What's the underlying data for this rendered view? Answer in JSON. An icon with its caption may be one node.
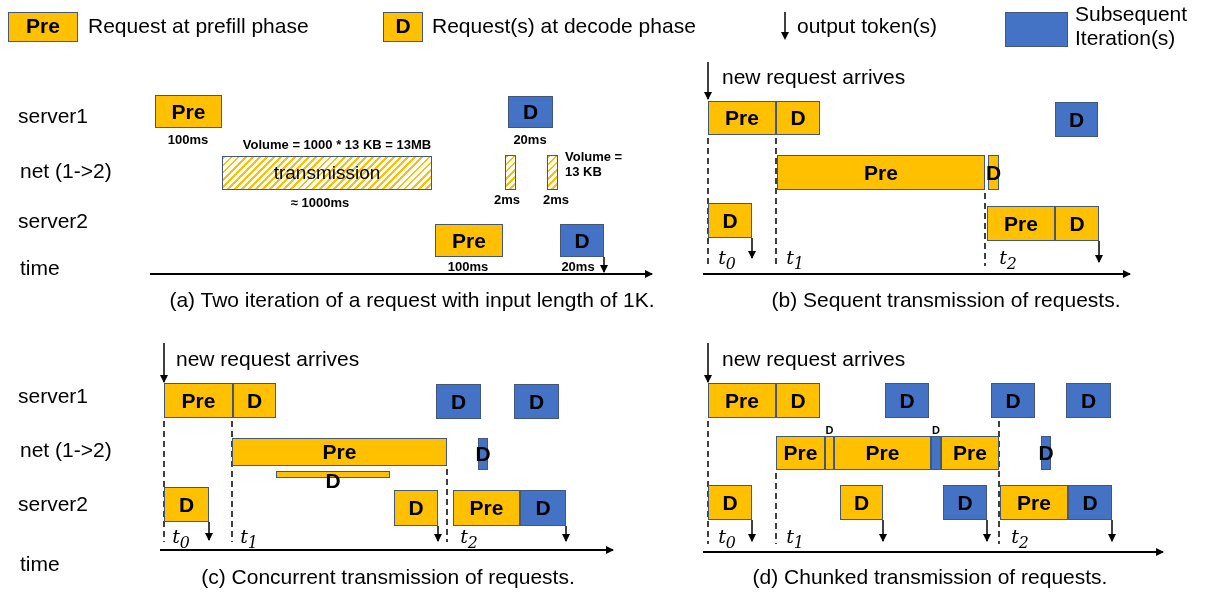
{
  "diagram": {
    "nodes": [
      {
        "text": [
          "Pre"
        ],
        "beside": [
          "100ms"
        ]
      },
      {
        "text": [
          "transmission"
        ],
        "beside": [
          "Volume = 1000 * 13 KB = 13MB",
          "≈ 1000ms"
        ]
      },
      {
        "text": [
          "D"
        ],
        "beside": [
          "20ms"
        ]
      },
      {
        "text": [],
        "shape": "bar",
        "beside": [
          "2ms"
        ]
      },
      {
        "text": [],
        "shape": "bar",
        "beside": [
          "Volume = 13 KB",
          "2ms"
        ]
      },
      {
        "text": [
          "Pre"
        ],
        "beside": [
          "100ms"
        ]
      },
      {
        "text": [
          "D"
        ],
        "beside": [
          "20ms"
        ]
      },
      {
        "text": [
          "Pre"
        ]
      },
      {
        "text": [
          "D"
        ]
      },
      {
        "text": [
          "D"
        ]
      },
      {
        "text": [
          "Pre"
        ]
      },
      {
        "text": [
          "D"
        ]
      },
      {
        "text": [
          "D"
        ]
      },
      {
        "text": [
          "Pre"
        ]
      },
      {
        "text": [
          "D"
        ]
      },
      {
        "text": [
          "Pre"
        ]
      },
      {
        "text": [
          "D"
        ]
      },
      {
        "text": [
          "D"
        ]
      },
      {
        "text": [
          "D"
        ]
      },
      {
        "text": [
          "Pre"
        ]
      },
      {
        "text": [
          "D"
        ]
      },
      {
        "text": [
          "D"
        ]
      },
      {
        "text": [
          "D"
        ]
      },
      {
        "text": [
          "D"
        ]
      },
      {
        "text": [
          "Pre"
        ]
      },
      {
        "text": [
          "D"
        ]
      },
      {
        "text": [
          "Pre"
        ]
      },
      {
        "text": [
          "D"
        ]
      },
      {
        "text": [
          "D"
        ]
      },
      {
        "text": [
          "D"
        ]
      },
      {
        "text": [
          "D"
        ]
      },
      {
        "text": [
          "Pre"
        ]
      },
      {
        "text": [
          "D"
        ]
      },
      {
        "text": [
          "Pre"
        ]
      },
      {
        "text": [
          "D"
        ]
      },
      {
        "text": [
          "Pre"
        ]
      },
      {
        "text": [
          "D"
        ]
      },
      {
        "text": [
          "D"
        ]
      },
      {
        "text": [
          "D"
        ]
      },
      {
        "text": [
          "D"
        ]
      },
      {
        "text": [
          "Pre"
        ]
      },
      {
        "text": [
          "D"
        ]
      }
    ],
    "labels": [
      "Pre",
      "D",
      "server1",
      "net (1->2)",
      "server2",
      "time",
      "(a) Two iteration of a request with input length of 1K.",
      "new request arrives",
      "t$_{0}$",
      "t$_{1}$",
      "t$_{2}$",
      "(b) Sequent transmission of requests.",
      "new request arrives",
      "server1",
      "net (1->2)",
      "server2",
      "time",
      "t$_{0}$",
      "t$_{1}$",
      "t$_{2}$",
      "(c) Concurrent transmission of requests.",
      "new request arrives",
      "t$_{0}$",
      "t$_{1}$",
      "t$_{2}$",
      "(d) Chunked transmission of requests."
    ],
    "legend": [
      {
        "text": "Request at prefill phase",
        "color": "#ffc000"
      },
      {
        "text": "Request(s) at decode phase",
        "color": "#ffc000"
      },
      {
        "text": "output token(s)"
      },
      {
        "text": "Subsequent Iteration(s)",
        "color": "#4472c4"
      }
    ]
  }
}
